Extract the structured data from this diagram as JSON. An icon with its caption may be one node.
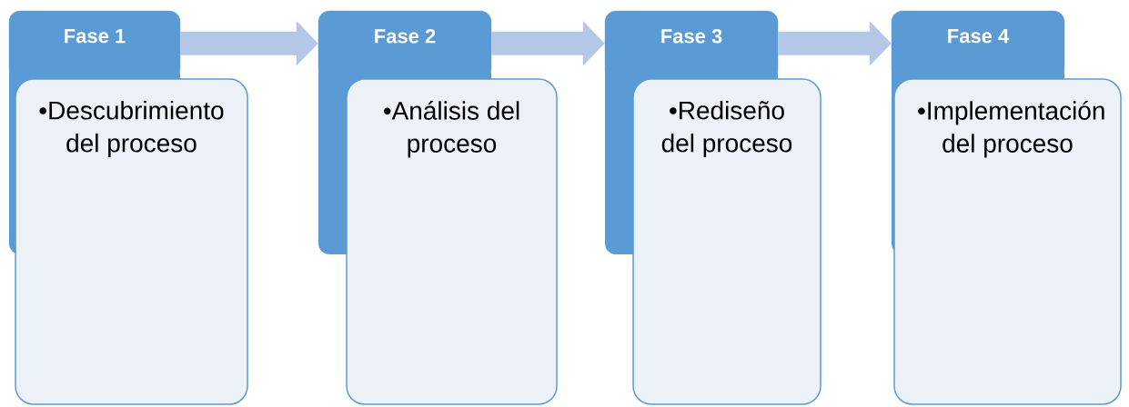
{
  "diagram": {
    "nodes": [
      {
        "text": [
          "Fase 1"
        ]
      },
      {
        "text": [
          "•Descubrimiento del proceso"
        ]
      },
      {
        "text": [
          "Fase 2"
        ]
      },
      {
        "text": [
          "•Análisis del proceso"
        ]
      },
      {
        "text": [
          "Fase 3"
        ]
      },
      {
        "text": [
          "•Rediseño del proceso"
        ]
      },
      {
        "text": [
          "Fase 4"
        ]
      },
      {
        "text": [
          "•Implementación del proceso"
        ]
      }
    ],
    "edges": [
      {
        "from": 0,
        "to": 2,
        "arrow": "to"
      },
      {
        "from": 2,
        "to": 4,
        "arrow": "to"
      },
      {
        "from": 4,
        "to": 6,
        "arrow": "to"
      }
    ]
  }
}
